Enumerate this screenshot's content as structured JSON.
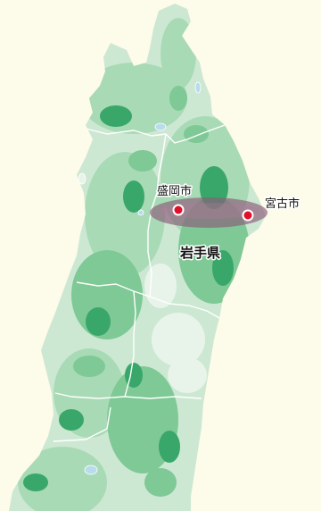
{
  "map": {
    "labels": {
      "morioka": "盛岡市",
      "miyako": "宮古市",
      "iwate": "岩手県"
    },
    "colors": {
      "background": "#fdfbe9",
      "land_base": "#cde8d2",
      "green_light": "#a9dab6",
      "green_mid": "#7ec995",
      "green_dark": "#3aa76a",
      "lowland": "#e8f4ea",
      "border": "#ffffff",
      "lake": "#b9dcec",
      "route_band": "#8a5a7a",
      "city_dot": "#e0102a",
      "city_ring": "#ffffff",
      "label_text": "#111111"
    }
  }
}
